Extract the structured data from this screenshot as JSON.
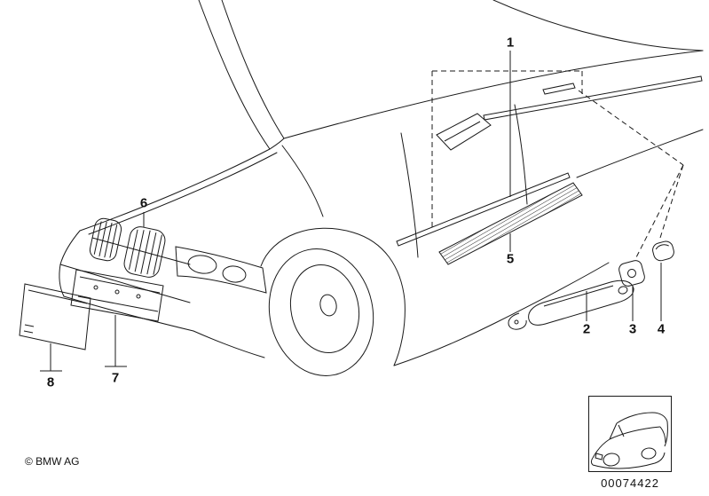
{
  "diagram": {
    "callouts": [
      {
        "label": "1"
      },
      {
        "label": "2"
      },
      {
        "label": "3"
      },
      {
        "label": "4"
      },
      {
        "label": "5"
      },
      {
        "label": "6"
      },
      {
        "label": "7"
      },
      {
        "label": "8"
      }
    ]
  },
  "footer": {
    "copyright": "© BMW AG",
    "part_number": "00074422",
    "thumbnail_icon": "bmw-sedan-outline-icon"
  },
  "colors": {
    "background": "#ffffff",
    "line": "#1a1a1a"
  }
}
